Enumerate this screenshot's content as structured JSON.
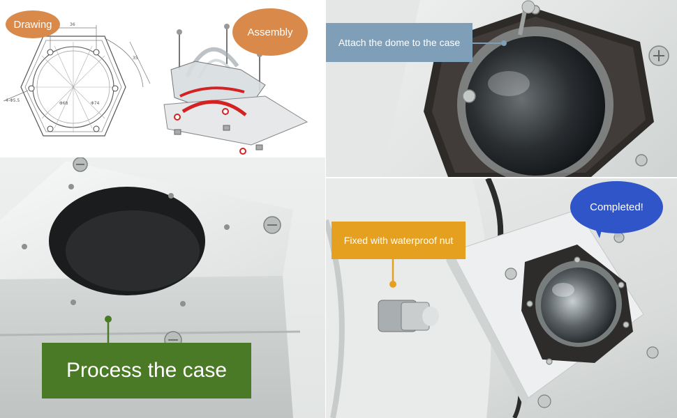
{
  "labels": {
    "drawing": "Drawing",
    "assembly": "Assembly",
    "process_case": "Process the case",
    "attach_dome": "Attach the dome to the case",
    "fixed_nut": "Fixed with waterproof nut",
    "completed": "Completed!"
  },
  "colors": {
    "drawing_bubble": "#d98a4a",
    "assembly_bubble": "#d98a4a",
    "process_label_bg": "#4a7a25",
    "process_pin": "#4a7a25",
    "dome_label_bg": "#7f9fb8",
    "nut_label_bg": "#e5a020",
    "completed_bubble": "#2f55c8"
  }
}
